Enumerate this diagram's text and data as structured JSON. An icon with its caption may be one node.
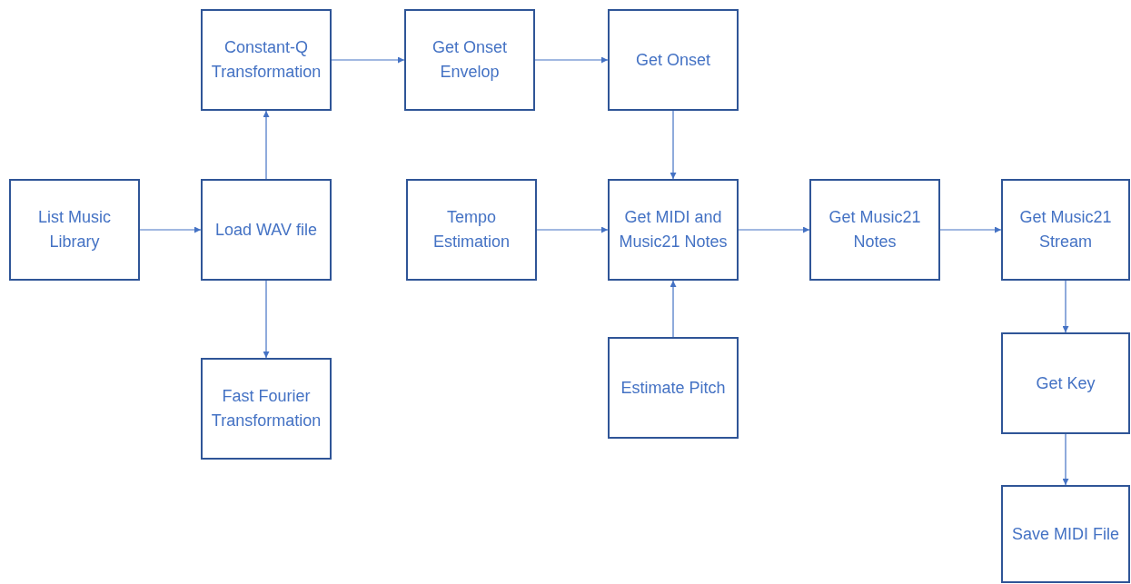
{
  "diagram": {
    "nodes": [
      {
        "text": [
          "List Music Library"
        ]
      },
      {
        "text": [
          "Load WAV file"
        ]
      },
      {
        "text": [
          "Constant-Q Transformation"
        ]
      },
      {
        "text": [
          "Fast Fourier Transformation"
        ]
      },
      {
        "text": [
          "Get Onset Envelop"
        ]
      },
      {
        "text": [
          "Get Onset"
        ]
      },
      {
        "text": [
          "Tempo Estimation"
        ]
      },
      {
        "text": [
          "Get MIDI and Music21 Notes"
        ]
      },
      {
        "text": [
          "Estimate Pitch"
        ]
      },
      {
        "text": [
          "Get Music21 Notes"
        ]
      },
      {
        "text": [
          "Get Music21 Stream"
        ]
      },
      {
        "text": [
          "Get Key"
        ]
      },
      {
        "text": [
          "Save MIDI File"
        ]
      }
    ],
    "edges": [
      {
        "from": 0,
        "to": 1,
        "arrow": "to"
      },
      {
        "from": 1,
        "to": 2,
        "arrow": "to"
      },
      {
        "from": 1,
        "to": 3,
        "arrow": "to"
      },
      {
        "from": 2,
        "to": 4,
        "arrow": "to"
      },
      {
        "from": 4,
        "to": 5,
        "arrow": "to"
      },
      {
        "from": 5,
        "to": 7,
        "arrow": "to"
      },
      {
        "from": 6,
        "to": 7,
        "arrow": "to"
      },
      {
        "from": 8,
        "to": 7,
        "arrow": "to"
      },
      {
        "from": 7,
        "to": 9,
        "arrow": "to"
      },
      {
        "from": 9,
        "to": 10,
        "arrow": "to"
      },
      {
        "from": 10,
        "to": 11,
        "arrow": "to"
      },
      {
        "from": 11,
        "to": 12,
        "arrow": "to"
      }
    ]
  }
}
